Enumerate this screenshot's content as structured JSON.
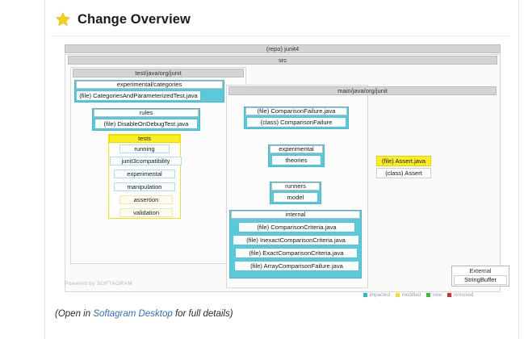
{
  "header": {
    "title": "Change Overview",
    "icon": "star-icon"
  },
  "footer": {
    "prefix": "(Open in ",
    "link": "Softagram Desktop",
    "suffix": " for full details)"
  },
  "watermark": "Powered by SOFTAGRAM",
  "legend": {
    "items": [
      {
        "label": "impacted",
        "color": "#29b8d8"
      },
      {
        "label": "modified",
        "color": "#f5e11a"
      },
      {
        "label": "new",
        "color": "#2ec13b"
      },
      {
        "label": "removed",
        "color": "#e4262c"
      }
    ]
  },
  "diagram": {
    "repo_label": "(repo) junit4",
    "src_label": "src",
    "test_root_label": "test/java/org/junit",
    "main_root_label": "main/java/org/junit",
    "external_label": "External",
    "external_node": "StringBuffer",
    "test_tree": {
      "experimental_categories": {
        "label": "experimental/categories",
        "files": [
          "(file) CategoriesAndParameterizedTest.java"
        ]
      },
      "rules": {
        "label": "rules",
        "files": [
          "(file) DisableOnDebugTest.java"
        ]
      },
      "tests": {
        "label": "tests",
        "children": [
          "running",
          "junit3compatibility",
          "experimental",
          "manipulation",
          "assertion",
          "validation"
        ]
      }
    },
    "main_tree": {
      "comparison_failure": {
        "file": "(file) ComparisonFailure.java",
        "class": "(class) ComparisonFailure"
      },
      "experimental": {
        "label": "experimental",
        "children": [
          "theories"
        ]
      },
      "runners": {
        "label": "runners",
        "children": [
          "model"
        ]
      },
      "internal": {
        "label": "internal",
        "files": [
          "(file) ComparisonCriteria.java",
          "(file) InexactComparisonCriteria.java",
          "(file) ExactComparisonCriteria.java",
          "(file) ArrayComparisonFailure.java"
        ]
      },
      "assert_node": {
        "file": "(file) Assert.java",
        "class": "(class) Assert"
      }
    }
  }
}
